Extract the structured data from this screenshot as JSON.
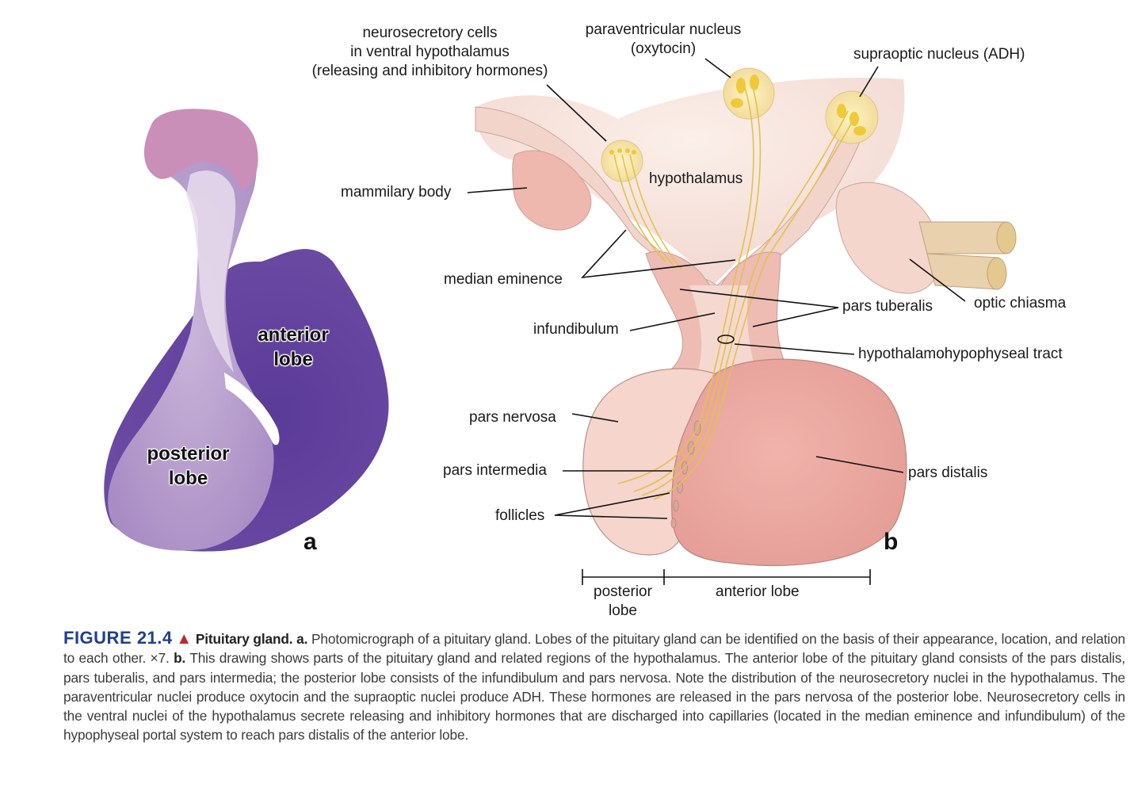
{
  "figure": {
    "panel_a": {
      "letter": "a",
      "labels": {
        "anterior_lobe": [
          "anterior",
          "lobe"
        ],
        "posterior_lobe": [
          "posterior",
          "lobe"
        ]
      }
    },
    "panel_b": {
      "letter": "b",
      "labels": {
        "neurosecretory": [
          "neurosecretory cells",
          "in ventral hypothalamus",
          "(releasing and inhibitory hormones)"
        ],
        "paraventricular": [
          "paraventricular nucleus",
          "(oxytocin)"
        ],
        "supraoptic": "supraoptic nucleus (ADH)",
        "mammilary_body": "mammilary body",
        "hypothalamus": "hypothalamus",
        "median_eminence": "median eminence",
        "pars_tuberalis": "pars tuberalis",
        "optic_chiasma": "optic chiasma",
        "infundibulum": "infundibulum",
        "hypothalamohypophyseal_tract": "hypothalamohypophyseal tract",
        "pars_nervosa": "pars nervosa",
        "pars_intermedia": "pars intermedia",
        "pars_distalis": "pars distalis",
        "follicles": "follicles",
        "scale_posterior": [
          "posterior",
          "lobe"
        ],
        "scale_anterior": "anterior lobe"
      }
    }
  },
  "caption": {
    "figure_number": "FIGURE 21.4",
    "marker": "▲",
    "title": "Pituitary gland.",
    "part_a_label": "a.",
    "part_a_text": "Photomicrograph of a pituitary gland. Lobes of the pituitary gland can be identified on the basis of their appearance, location, and relation to each other. ×7.",
    "part_b_label": "b.",
    "part_b_text": "This drawing shows parts of the pituitary gland and related regions of the hypothalamus. The anterior lobe of the pituitary gland consists of the pars distalis, pars tuberalis, and pars intermedia; the posterior lobe consists of the infundibulum and pars nervosa. Note the distribution of the neurosecretory nuclei in the hypothalamus. The paraventricular nuclei produce oxytocin and the supraoptic nuclei produce ADH. These hormones are released in the pars nervosa of the posterior lobe. Neurosecretory cells in the ventral nuclei of the hypothalamus secrete releasing and inhibitory hormones that are discharged into capillaries (located in the median eminence and infundibulum) of the hypophyseal portal system to reach pars distalis of the anterior lobe."
  },
  "colors": {
    "figure_number": "#1f3f8c",
    "marker": "#c0272d",
    "stain_dark": "#5e3f9a",
    "stain_light": "#b9a3cf",
    "tissue_pink": "#eab1a8",
    "nerve_yellow": "#e6c84a"
  }
}
